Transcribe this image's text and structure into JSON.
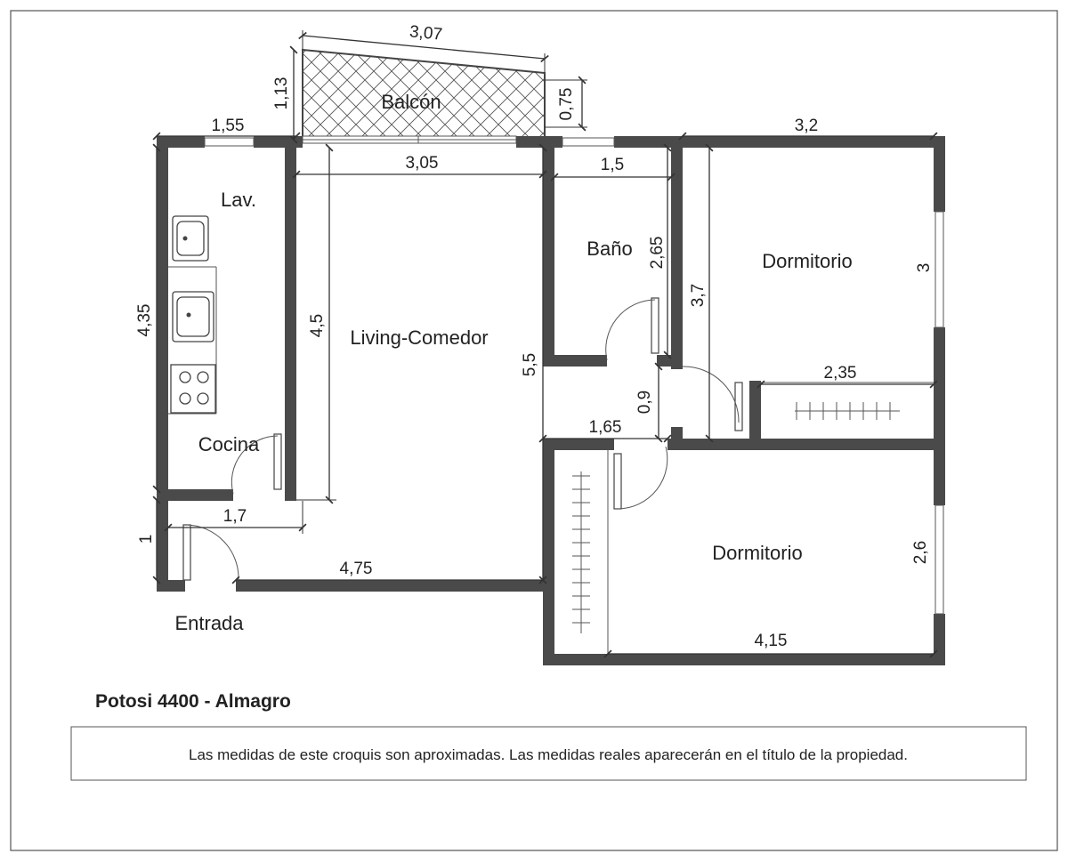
{
  "rooms": {
    "balcon": "Balcón",
    "lav": "Lav.",
    "cocina": "Cocina",
    "living": "Living-Comedor",
    "bano": "Baño",
    "dormitorio1": "Dormitorio",
    "dormitorio2": "Dormitorio",
    "entrada": "Entrada"
  },
  "dimensions": {
    "balcon_width": "3,07",
    "balcon_depth_left": "1,13",
    "balcon_depth_right": "0,75",
    "lav_width": "1,55",
    "living_width": "3,05",
    "bano_width": "1,5",
    "dorm1_width": "3,2",
    "kitchen_depth": "4,35",
    "living_depth": "4,5",
    "bano_depth": "2,65",
    "dorm1_depth": "3,7",
    "dorm1_side": "3",
    "closet_width": "2,35",
    "hall_total": "5,5",
    "hall_door": "0,9",
    "hall_width": "1,65",
    "entrance_depth": "1",
    "entrance_width": "1,7",
    "bottom_width": "4,75",
    "dorm2_width": "4,15",
    "dorm2_side": "2,6"
  },
  "footer": {
    "address": "Potosi 4400 - Almagro",
    "disclaimer": "Las medidas de este croquis son aproximadas. Las medidas reales aparecerán en el título de la propiedad."
  },
  "colors": {
    "wall": "#4a4a4a",
    "line": "#333333",
    "background": "#ffffff"
  }
}
